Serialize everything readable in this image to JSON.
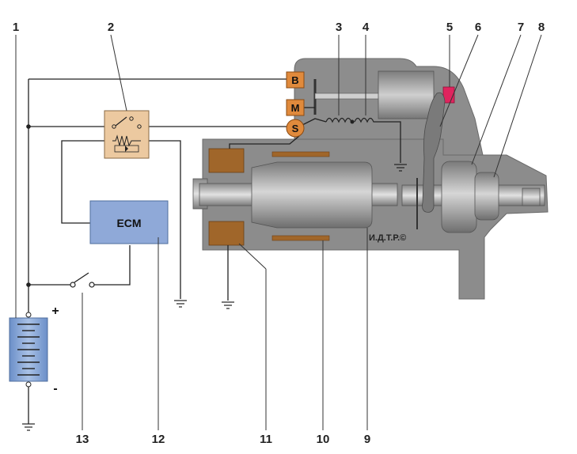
{
  "callouts": {
    "n1": "1",
    "n2": "2",
    "n3": "3",
    "n4": "4",
    "n5": "5",
    "n6": "6",
    "n7": "7",
    "n8": "8",
    "n9": "9",
    "n10": "10",
    "n11": "11",
    "n12": "12",
    "n13": "13"
  },
  "terminals": {
    "b": "B",
    "m": "M",
    "s": "S"
  },
  "ecm_label": "ECM",
  "battery": {
    "plus": "+",
    "minus": "-"
  },
  "watermark": "И.Д.Т.Р.©",
  "colors": {
    "housing": "#8c8c8c",
    "housing_light": "#a8a8a8",
    "ecm": "#8fa9d8",
    "relay": "#ecc9a0",
    "terminal": "#e08a3c",
    "winding": "#a0662a",
    "battery": "#7ea0d2",
    "solenoid_contact": "#e0245e"
  }
}
